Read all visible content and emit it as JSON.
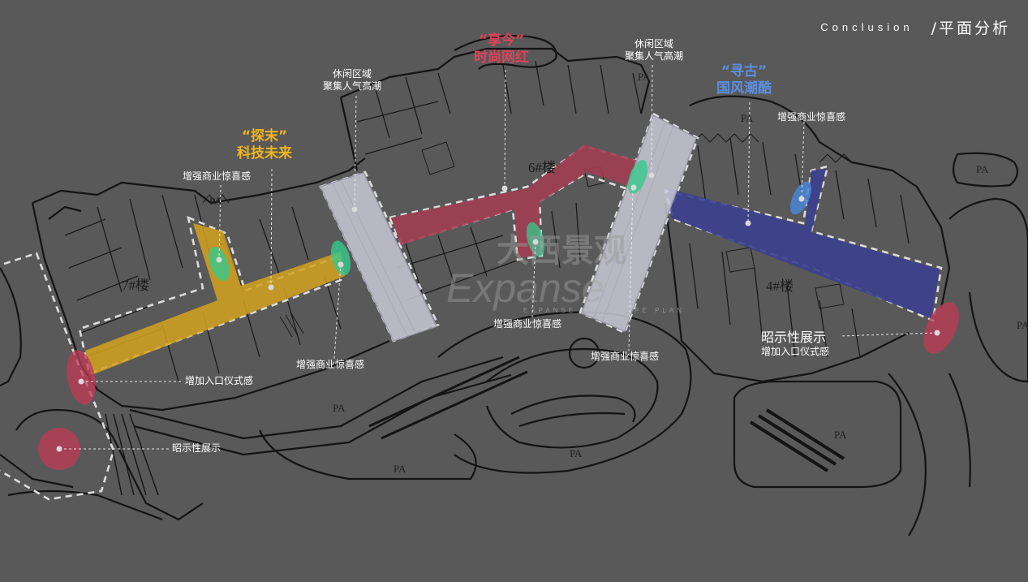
{
  "header": {
    "en": "Conclusion",
    "cn": "/平面分析"
  },
  "zones": {
    "yellow": {
      "quote": "“探末”",
      "name": "科技未来",
      "color": "#d4a21e"
    },
    "red": {
      "quote": "“享今”",
      "name": "时尚网红",
      "color": "#a13d52"
    },
    "blue": {
      "quote": "“寻古”",
      "name": "国风潮酷",
      "color": "#3a3f8e"
    }
  },
  "annotations": {
    "leisure_left": {
      "line1": "休闲区域",
      "line2": "聚集人气高潮"
    },
    "leisure_right": {
      "line1": "休闲区域",
      "line2": "聚集人气高潮"
    },
    "surprise_yellow_top": "增强商业惊喜感",
    "surprise_yellow_bottom": "增强商业惊喜感",
    "surprise_red": "增强商业惊喜感",
    "surprise_center": "增强商业惊喜感",
    "surprise_blue": "增强商业惊喜感",
    "entrance_left": "增加入口仪式感",
    "display_left": "昭示性展示",
    "display_right": {
      "line1": "昭示性展示",
      "line2": "增加入口仪式感"
    }
  },
  "plan_labels": {
    "pa": [
      "PA",
      "PA",
      "PA",
      "PA",
      "PA",
      "PA",
      "PA",
      "PA",
      "PA"
    ],
    "buildings": {
      "b7": "7#楼",
      "b6": "6#楼",
      "b4": "4#楼"
    }
  },
  "watermark": {
    "cn": "大西景观",
    "en": "Expanse",
    "sub": "EXPANSE LANDSCAPE PLAN"
  },
  "colors": {
    "background": "#595959",
    "plan_line": "#141414",
    "plaza": "#c9c9d6",
    "highlight_green": "#35c98c",
    "highlight_red": "#c03a56",
    "highlight_blue": "#4a86d4"
  },
  "icons": {
    "dot": "dot-icon"
  }
}
